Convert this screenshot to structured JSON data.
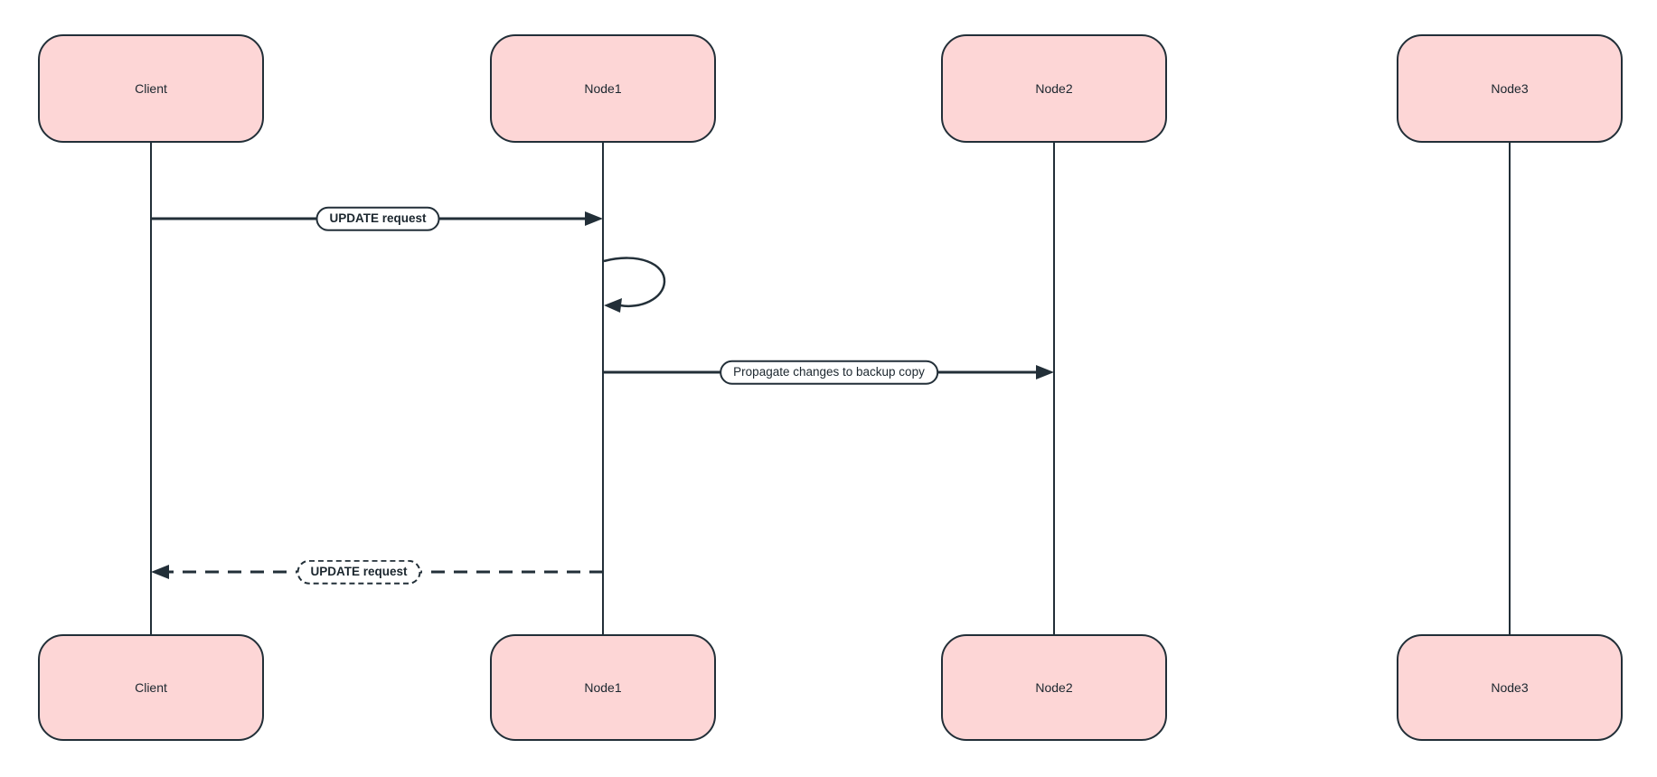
{
  "diagram": {
    "type": "sequence-diagram",
    "actors": [
      {
        "id": "client",
        "label": "Client"
      },
      {
        "id": "node1",
        "label": "Node1"
      },
      {
        "id": "node2",
        "label": "Node2"
      },
      {
        "id": "node3",
        "label": "Node3"
      }
    ],
    "messages": [
      {
        "from": "Client",
        "to": "Node1",
        "label": "UPDATE request",
        "line_style": "solid",
        "label_style": "bold-solid-pill"
      },
      {
        "from": "Node1",
        "to": "Node1",
        "label": "",
        "line_style": "self-loop",
        "label_style": "none"
      },
      {
        "from": "Node1",
        "to": "Node2",
        "label": "Propagate changes to backup copy",
        "line_style": "solid",
        "label_style": "regular-solid-pill"
      },
      {
        "from": "Node1",
        "to": "Client",
        "label": "UPDATE request",
        "line_style": "dashed",
        "label_style": "bold-dashed-pill"
      }
    ],
    "colors": {
      "background": "#FFFFFF",
      "actor_fill": "#FDD6D6",
      "stroke": "#222F38",
      "label_fill": "#FFFFFF"
    }
  }
}
